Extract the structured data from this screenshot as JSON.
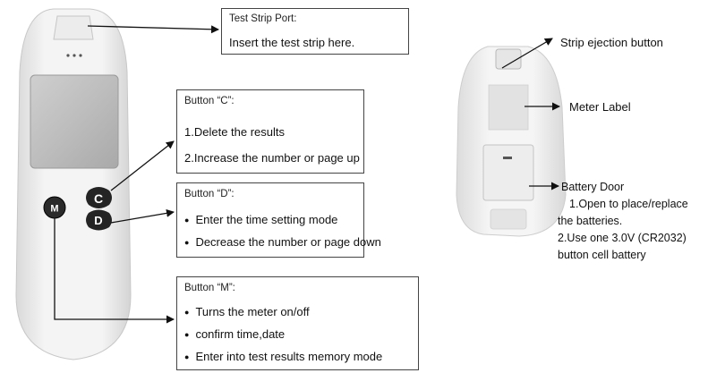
{
  "front_device": {
    "button_c": "C",
    "button_d": "D",
    "button_m": "M"
  },
  "callouts": {
    "test_strip_port": {
      "title": "Test Strip Port:",
      "lines": [
        "Insert the test strip here."
      ]
    },
    "button_c": {
      "title": "Button “C”:",
      "lines": [
        "1.Delete the results",
        "2.Increase the number or page up"
      ]
    },
    "button_d": {
      "title": "Button “D”:",
      "lines": [
        "Enter the time setting mode",
        "Decrease the number or page down"
      ]
    },
    "button_m": {
      "title": "Button “M”:",
      "lines": [
        "Turns the meter on/off",
        "confirm time,date",
        "Enter into test results memory mode"
      ]
    }
  },
  "back_labels": {
    "strip_ejection": "Strip ejection button",
    "meter_label": "Meter Label",
    "battery_door": {
      "title": "Battery Door",
      "lines": [
        "1.Open to place/replace",
        "the batteries.",
        "2.Use one 3.0V (CR2032)",
        "button cell battery"
      ]
    }
  }
}
